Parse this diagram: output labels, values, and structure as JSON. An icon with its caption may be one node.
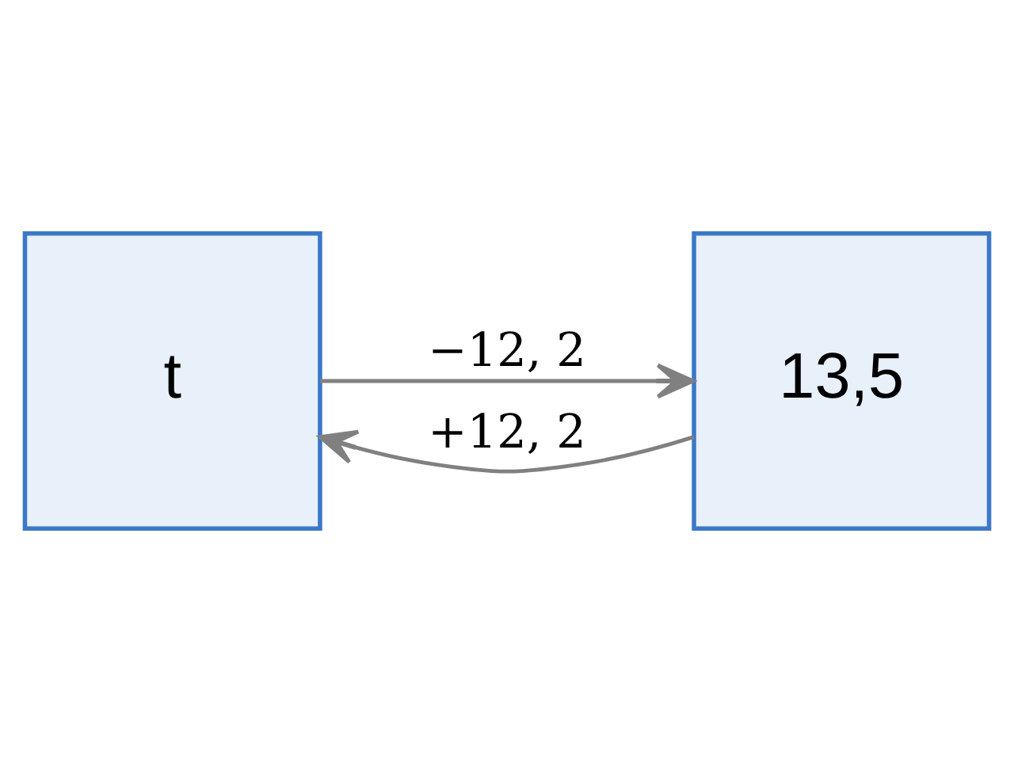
{
  "diagram": {
    "nodes": [
      {
        "text": [
          "t"
        ]
      },
      {
        "text": [
          "13,5"
        ]
      }
    ],
    "edges": [
      {
        "from": 0,
        "to": 1,
        "arrow": "to",
        "label": "−12, 2"
      },
      {
        "from": 1,
        "to": 0,
        "arrow": "to",
        "label": "+12, 2"
      }
    ]
  }
}
